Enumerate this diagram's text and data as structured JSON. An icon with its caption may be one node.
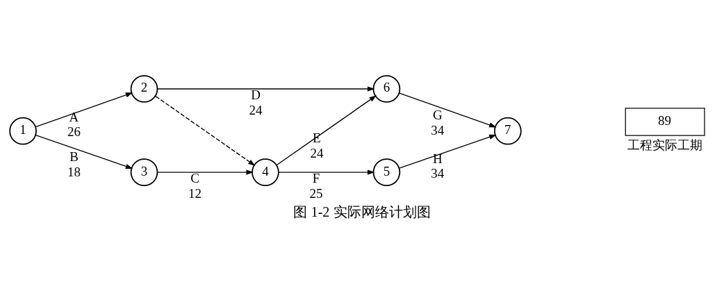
{
  "diagram": {
    "caption": "图 1-2 实际网络计划图",
    "nodes": [
      {
        "text": [
          "1"
        ]
      },
      {
        "text": [
          "2"
        ]
      },
      {
        "text": [
          "3"
        ]
      },
      {
        "text": [
          "4"
        ]
      },
      {
        "text": [
          "5"
        ]
      },
      {
        "text": [
          "6"
        ]
      },
      {
        "text": [
          "7"
        ]
      },
      {
        "text": [
          "89"
        ],
        "beside": [
          "工程实际工期"
        ]
      }
    ],
    "edges": [
      {
        "from": 0,
        "to": 1,
        "arrow": "to",
        "label": "A 26"
      },
      {
        "from": 0,
        "to": 2,
        "arrow": "to",
        "label": "B 18"
      },
      {
        "from": 1,
        "to": 5,
        "arrow": "to",
        "label": "D 24"
      },
      {
        "from": 1,
        "to": 3,
        "arrow": "to",
        "style": "dashed"
      },
      {
        "from": 2,
        "to": 3,
        "arrow": "to",
        "label": "C 12"
      },
      {
        "from": 3,
        "to": 5,
        "arrow": "to",
        "label": "E 24"
      },
      {
        "from": 3,
        "to": 4,
        "arrow": "to",
        "label": "F 25"
      },
      {
        "from": 5,
        "to": 6,
        "arrow": "to",
        "label": "G 34"
      },
      {
        "from": 4,
        "to": 6,
        "arrow": "to",
        "label": "H 34"
      }
    ]
  }
}
